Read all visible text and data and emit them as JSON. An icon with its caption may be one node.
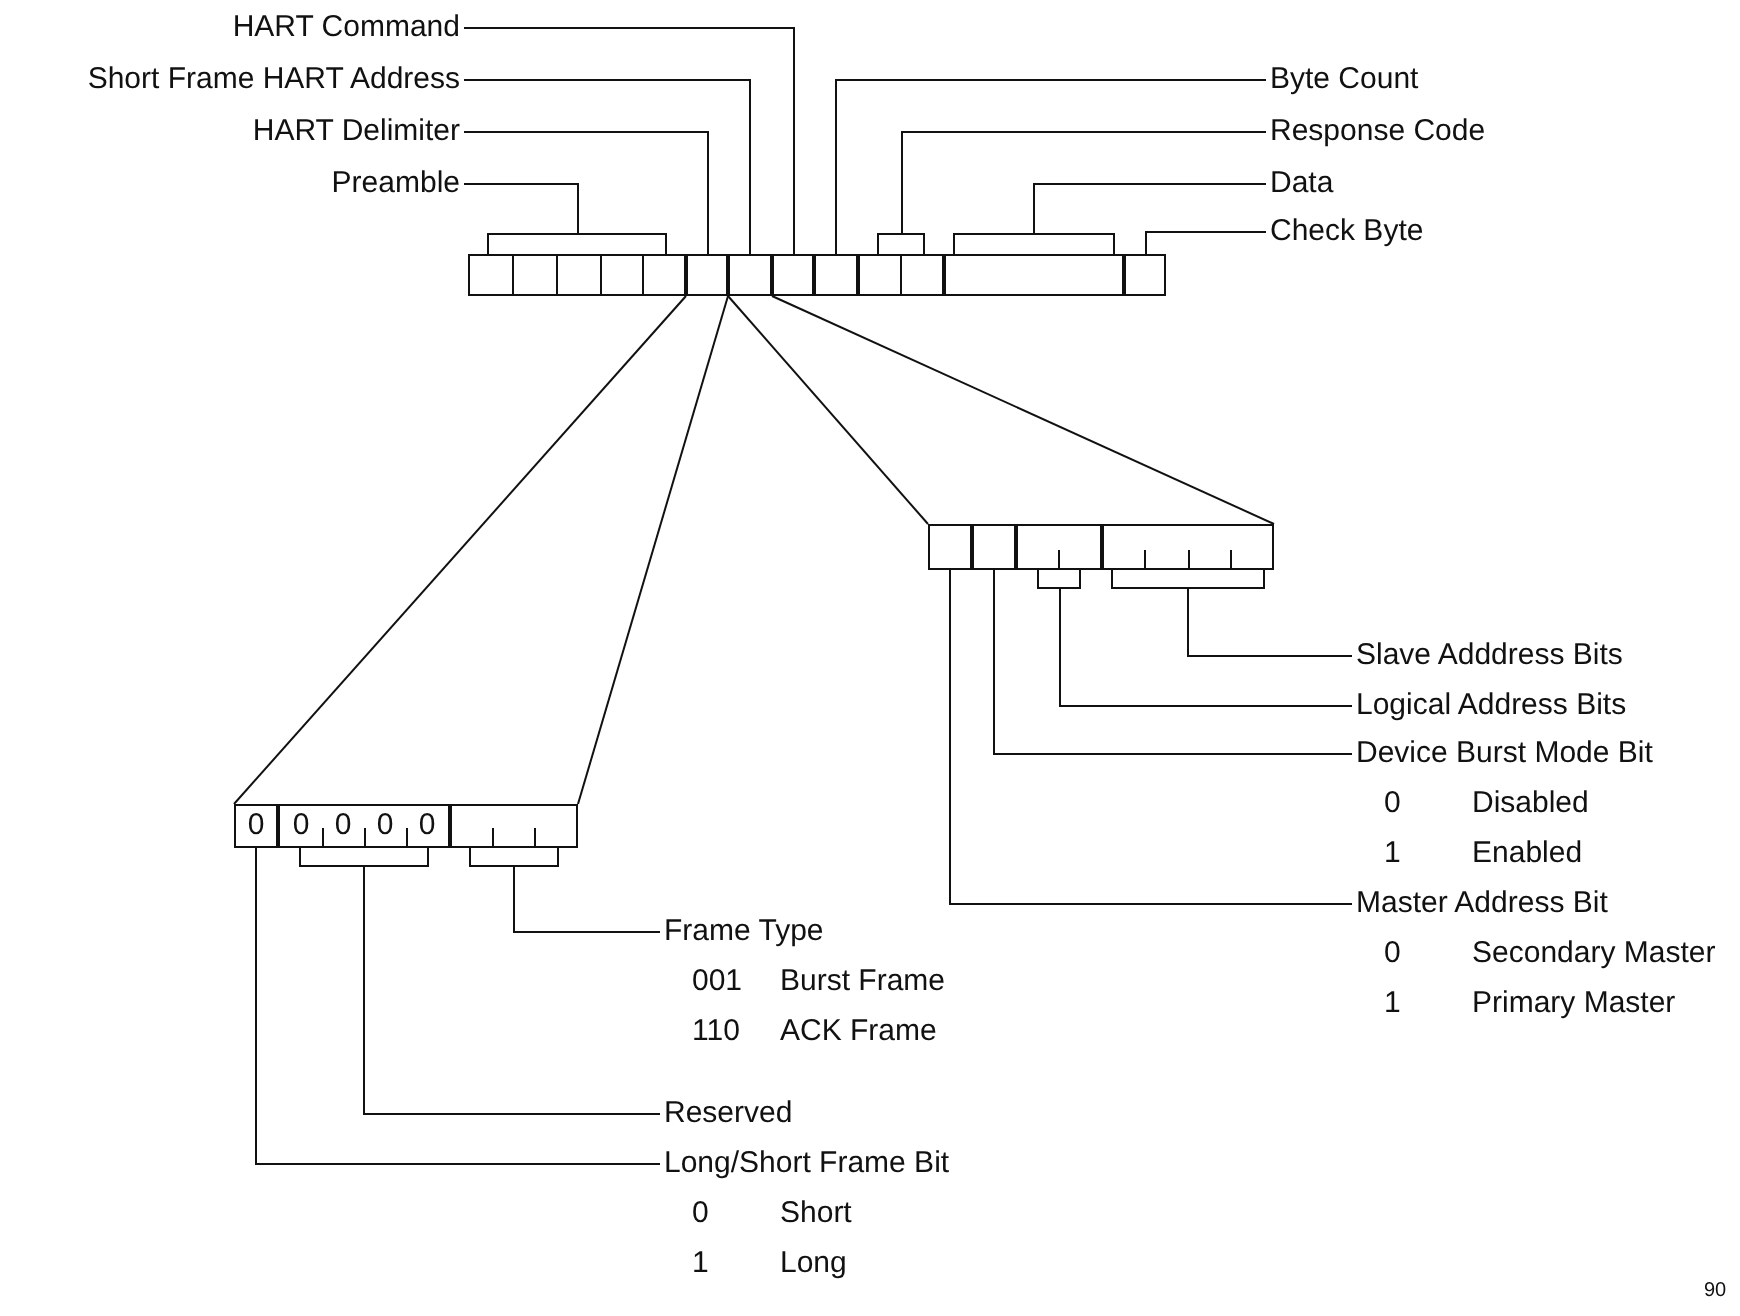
{
  "diagram": {
    "nodes": [
      {
        "text": [
          "HART Command"
        ]
      },
      {
        "text": [
          "Short Frame HART Address"
        ]
      },
      {
        "text": [
          "Byte Count"
        ]
      },
      {
        "text": [
          "HART Delimiter"
        ]
      },
      {
        "text": [
          "Response Code"
        ]
      },
      {
        "text": [
          "Preamble"
        ]
      },
      {
        "text": [
          "Data"
        ]
      },
      {
        "text": [
          "Check Byte"
        ]
      },
      {
        "text": [],
        "shape": "bar"
      },
      {
        "text": [],
        "shape": "box",
        "in": 8
      },
      {
        "text": [],
        "shape": "box",
        "in": 8
      },
      {
        "text": [],
        "shape": "box",
        "in": 8
      },
      {
        "text": [],
        "shape": "box",
        "in": 8
      },
      {
        "text": [],
        "shape": "box",
        "in": 8
      },
      {
        "text": [],
        "shape": "box",
        "in": 8
      },
      {
        "text": [],
        "shape": "box",
        "in": 8
      },
      {
        "text": [],
        "shape": "box",
        "in": 8
      },
      {
        "text": [],
        "shape": "bar"
      },
      {
        "text": [],
        "shape": "box",
        "in": 17
      },
      {
        "text": [],
        "shape": "box",
        "in": 17
      },
      {
        "text": [],
        "shape": "box",
        "in": 17
      },
      {
        "text": [],
        "shape": "box",
        "in": 17
      },
      {
        "text": [
          "Slave Adddress Bits"
        ]
      },
      {
        "text": [
          "Logical Address Bits"
        ]
      },
      {
        "text": [
          "Device Burst Mode Bit",
          "0",
          "Disabled",
          "1",
          "Enabled"
        ]
      },
      {
        "text": [],
        "shape": "bar"
      },
      {
        "text": [
          "0"
        ],
        "in": 25
      },
      {
        "text": [
          "0",
          "0",
          "0",
          "0"
        ],
        "in": 25
      },
      {
        "text": [],
        "shape": "box",
        "in": 25
      },
      {
        "text": [
          "Master Address Bit",
          "0",
          "Secondary Master",
          "1",
          "Primary Master"
        ]
      },
      {
        "text": [
          "Frame Type",
          "001",
          "Burst Frame",
          "110",
          "ACK Frame"
        ]
      },
      {
        "text": [
          "Reserved"
        ]
      },
      {
        "text": [
          "Long/Short Frame Bit",
          "0",
          "Short",
          "1",
          "Long"
        ]
      }
    ],
    "edges": [
      {
        "from": 0,
        "to": 12,
        "arrow": "none"
      },
      {
        "from": 1,
        "to": 11,
        "arrow": "none"
      },
      {
        "from": 2,
        "to": 13,
        "arrow": "none"
      },
      {
        "from": 3,
        "to": 10,
        "arrow": "none"
      },
      {
        "from": 4,
        "to": 14,
        "arrow": "none"
      },
      {
        "from": 5,
        "to": 9,
        "arrow": "none"
      },
      {
        "from": 6,
        "to": 15,
        "arrow": "none"
      },
      {
        "from": 7,
        "to": 16,
        "arrow": "none"
      },
      {
        "from": 10,
        "to": 25,
        "arrow": "none"
      },
      {
        "from": 10,
        "to": 25,
        "arrow": "none"
      },
      {
        "from": 11,
        "to": 17,
        "arrow": "none"
      },
      {
        "from": 11,
        "to": 17,
        "arrow": "none"
      },
      {
        "from": 22,
        "to": 21,
        "arrow": "none"
      },
      {
        "from": 23,
        "to": 20,
        "arrow": "none"
      },
      {
        "from": 24,
        "to": 19,
        "arrow": "none"
      },
      {
        "from": 29,
        "to": 18,
        "arrow": "none"
      },
      {
        "from": 30,
        "to": 28,
        "arrow": "none"
      },
      {
        "from": 31,
        "to": 27,
        "arrow": "none"
      },
      {
        "from": 32,
        "to": 26,
        "arrow": "none"
      }
    ],
    "labels": [
      "90"
    ]
  }
}
